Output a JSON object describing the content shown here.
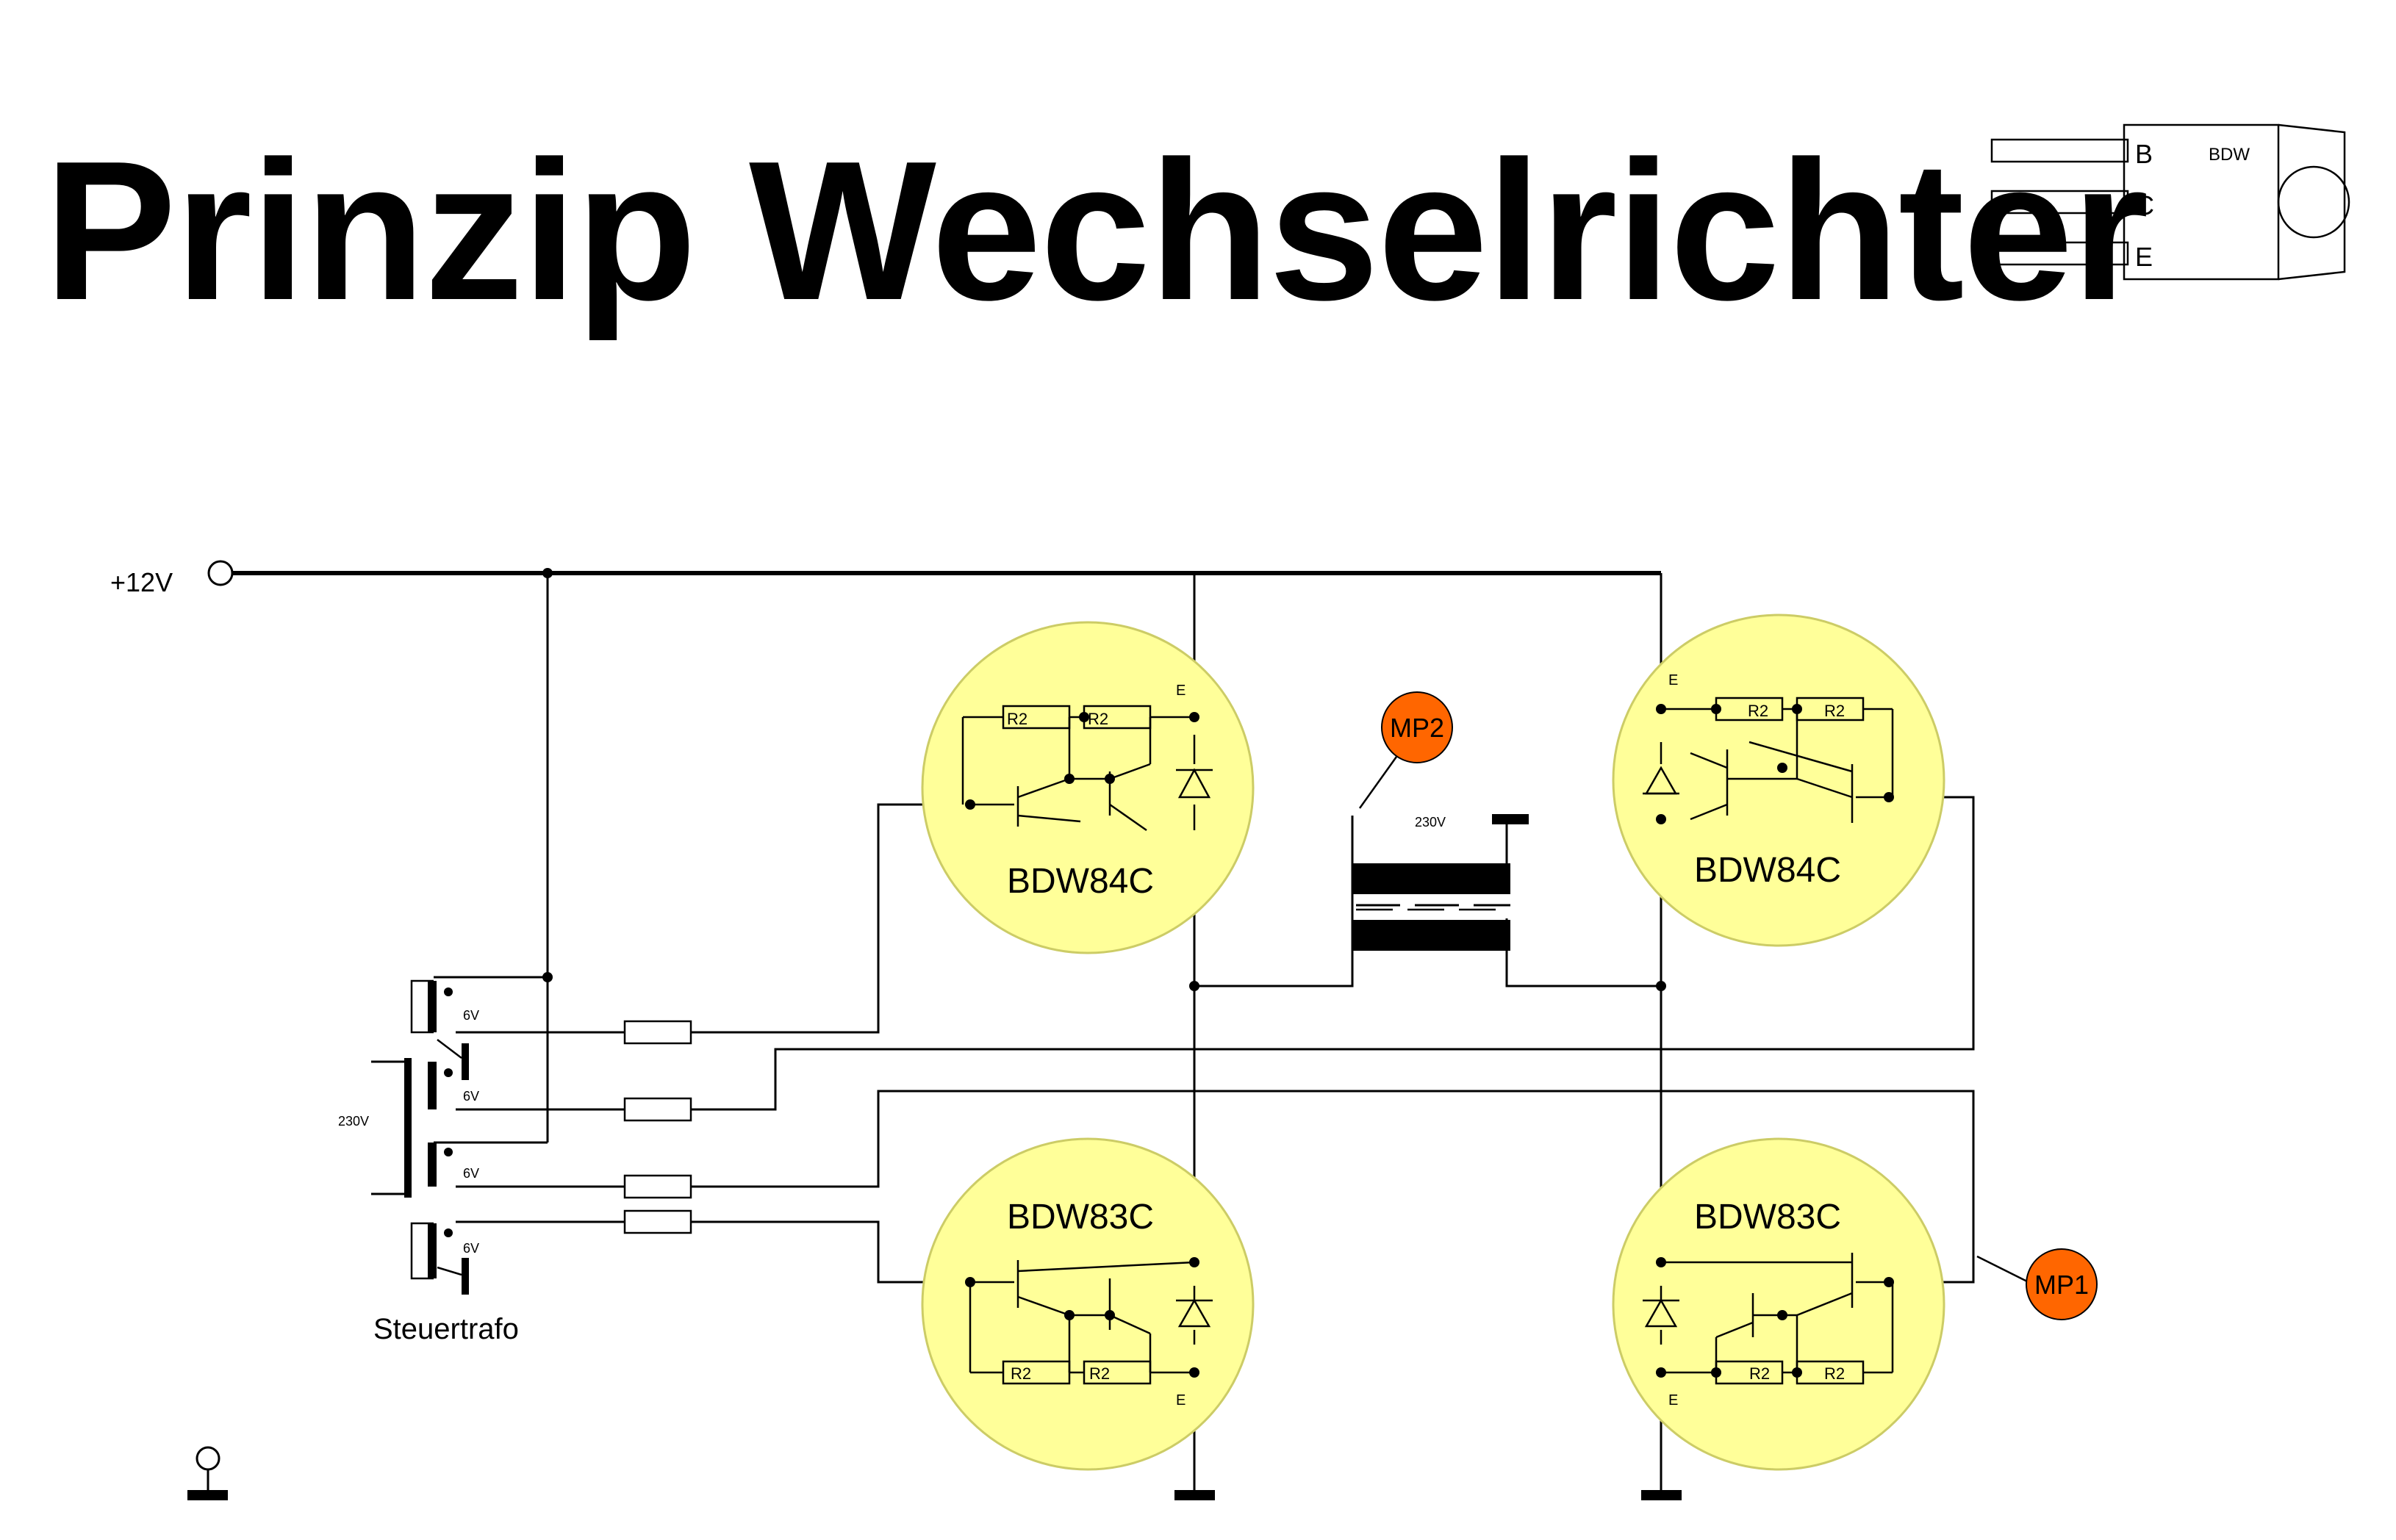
{
  "title": "Prinzip Wechselrichter",
  "package": {
    "pins": [
      "B",
      "C",
      "E"
    ],
    "label": "BDW"
  },
  "supply": {
    "label": "+12V"
  },
  "transistors": {
    "top_left": "BDW84C",
    "top_right": "BDW84C",
    "bottom_left": "BDW83C",
    "bottom_right": "BDW83C"
  },
  "resistor_label": "R2",
  "emitter_label": "E",
  "measure_points": {
    "mp1": "MP1",
    "mp2": "MP2"
  },
  "output_transformer": {
    "voltage": "230V"
  },
  "control_transformer": {
    "label": "Steuertrafo",
    "primary": "230V",
    "secondaries": [
      "6V",
      "6V",
      "6V",
      "6V"
    ]
  },
  "colors": {
    "module_fill": "#ffff99",
    "module_stroke": "#cccc66",
    "measure_point_fill": "#ff6600",
    "wire": "#000000",
    "background": "#ffffff"
  }
}
